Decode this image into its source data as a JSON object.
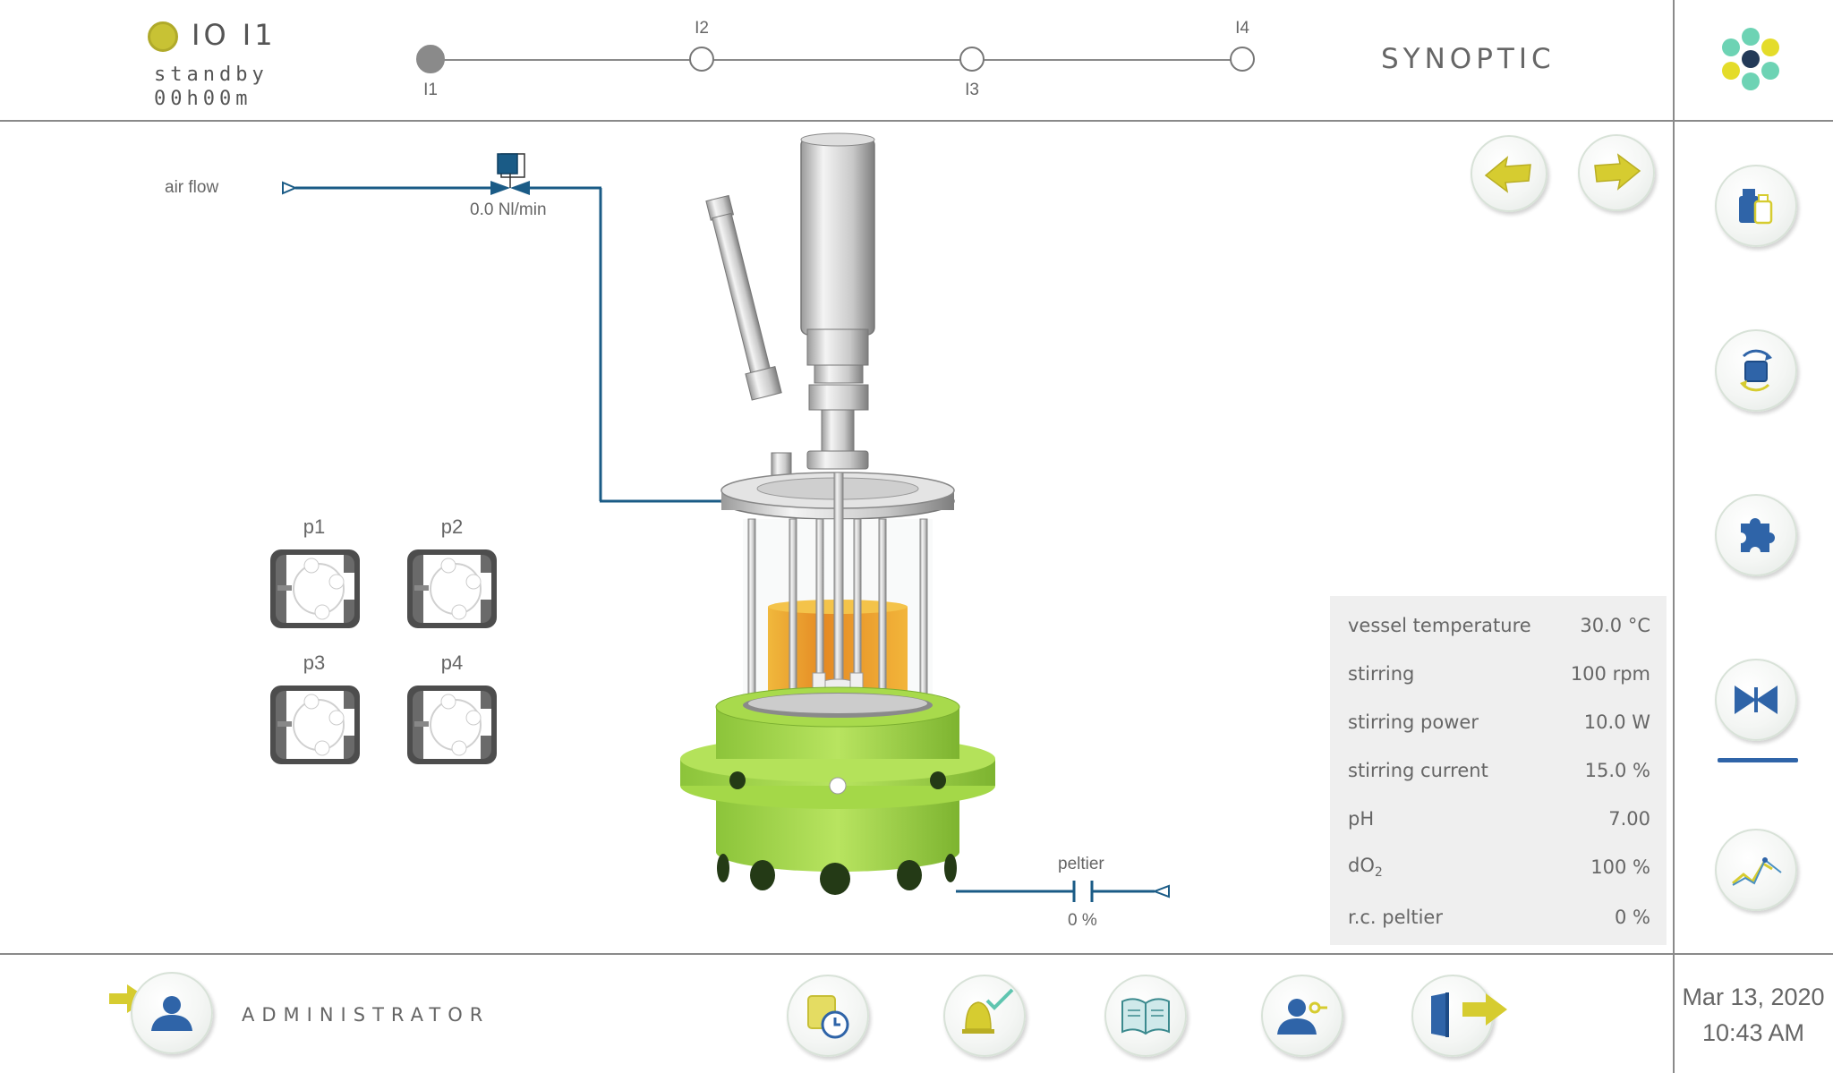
{
  "header": {
    "unit_name": "IO I1",
    "state": "standby",
    "elapsed": "00h00m",
    "view_title": "SYNOPTIC"
  },
  "steps": {
    "s1": "I1",
    "s2": "I2",
    "s3": "I3",
    "s4": "I4",
    "active": "I1"
  },
  "flow": {
    "air_label": "air flow",
    "air_value": "0.0 Nl/min",
    "peltier_label": "peltier",
    "peltier_value": "0 %"
  },
  "pumps": {
    "p1": "p1",
    "p2": "p2",
    "p3": "p3",
    "p4": "p4"
  },
  "measurements": [
    {
      "label": "vessel temperature",
      "value": "30.0 °C"
    },
    {
      "label": "stirring",
      "value": "100 rpm"
    },
    {
      "label": "stirring power",
      "value": "10.0 W"
    },
    {
      "label": "stirring current",
      "value": "15.0 %"
    },
    {
      "label": "pH",
      "value": "7.00"
    },
    {
      "label": "dO",
      "sub": "2",
      "value": "100 %"
    },
    {
      "label": "r.c. peltier",
      "value": "0 %"
    }
  ],
  "footer": {
    "user_role": "ADMINISTRATOR",
    "date": "Mar 13, 2020",
    "time": "10:43 AM"
  },
  "colors": {
    "accent_blue": "#2f64a8",
    "pipe_blue": "#1a5b86",
    "accent_yellow": "#d9d23a",
    "vessel_green": "#9ad23c",
    "medium_orange": "#e8a22a",
    "status_dot": "#c8c234"
  },
  "icons": {
    "logo": "flower-logo-icon",
    "prev": "arrow-left-icon",
    "next": "arrow-right-icon",
    "side1": "bottles-icon",
    "side2": "recycle-cube-icon",
    "side3": "puzzle-icon",
    "side4": "valve-icon",
    "side5": "chart-icon",
    "login": "login-user-icon",
    "f1": "schedule-clock-icon",
    "f2": "alarm-bell-check-icon",
    "f3": "manual-book-icon",
    "f4": "user-key-icon",
    "f5": "logout-door-icon"
  }
}
